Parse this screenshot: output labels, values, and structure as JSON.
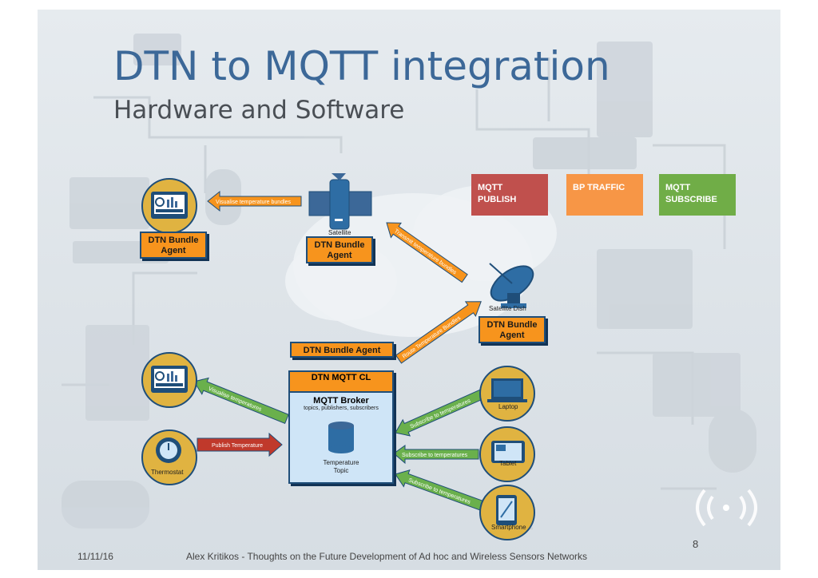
{
  "slide": {
    "title": "DTN to MQTT integration",
    "subtitle": "Hardware and Software",
    "page_number": "8",
    "date": "11/11/16",
    "footer_text": "Alex Kritikos - Thoughts on the Future Development of Ad hoc and Wireless Sensors Networks"
  },
  "legend": [
    {
      "label": "MQTT PUBLISH",
      "color": "#c0504d"
    },
    {
      "label": "BP TRAFFIC",
      "color": "#f79646"
    },
    {
      "label": "MQTT SUBSCRIBE",
      "color": "#70ad47"
    }
  ],
  "nodes": {
    "agent_top_left": "DTN Bundle Agent",
    "agent_satellite": "DTN Bundle Agent",
    "agent_dish": "DTN Bundle Agent",
    "agent_broker": "DTN Bundle Agent",
    "mqtt_cl": "DTN MQTT CL",
    "broker_title": "MQTT Broker",
    "broker_subtitle": "topics, publishers, subscribers",
    "topic": "Temperature Topic"
  },
  "device_labels": {
    "satellite": "Satellite",
    "satellite_dish": "Satellite Dish",
    "thermostat": "Thermostat",
    "laptop": "Laptop",
    "tablet": "Tablet",
    "smartphone": "Smartphone"
  },
  "arrows": {
    "visualise_bundles": "Visualise temperature bundles",
    "transmit_bundles": "Transmit temperature bundles",
    "route_bundles": "Route Temperature Bundles",
    "visualise_temps": "Visualise temperatures",
    "publish_temp": "Publish Temperature",
    "subscribe_laptop": "Subscribe to temperatures",
    "subscribe_tablet": "Subscribe to temperatures",
    "subscribe_phone": "Subscribe to temperatures"
  },
  "colors": {
    "title": "#3c6898",
    "agent_box": "#f7941d",
    "box_border": "#1f4e79",
    "broker_fill": "#cfe5f7",
    "subscribe_arrow": "#6ab04c",
    "publish_arrow": "#c0392b",
    "bp_arrow": "#f7941d",
    "device_circle": "#e0b341"
  }
}
